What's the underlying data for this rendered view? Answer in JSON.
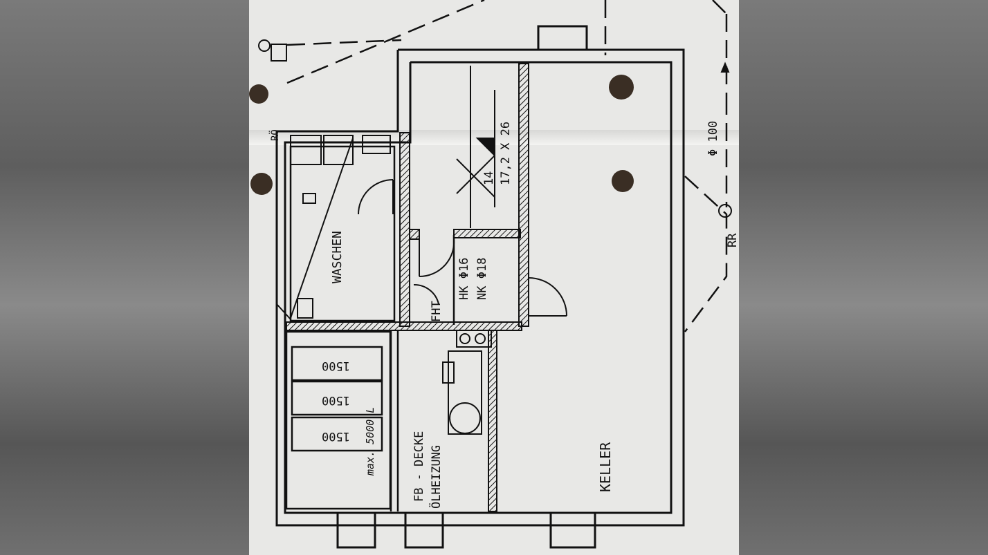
{
  "plan": {
    "rooms": {
      "waschen": "WASCHEN",
      "keller": "KELLER",
      "fb_decke": "FB - DECKE",
      "oelheizung": "ÖLHEIZUNG"
    },
    "labels": {
      "fht": "FHT",
      "hk": "HK Φ16",
      "nk": "NK Φ18",
      "stair_top": "14",
      "stair_bottom": "17,2 X 26",
      "pipe": "Φ 100",
      "rr": "RR",
      "ro": "RÖ"
    },
    "tanks": [
      "1500",
      "1500",
      "1500"
    ],
    "tank_note": "max. 5000 L",
    "colors": {
      "ink": "#111111",
      "paper": "#e8e8e6"
    }
  }
}
